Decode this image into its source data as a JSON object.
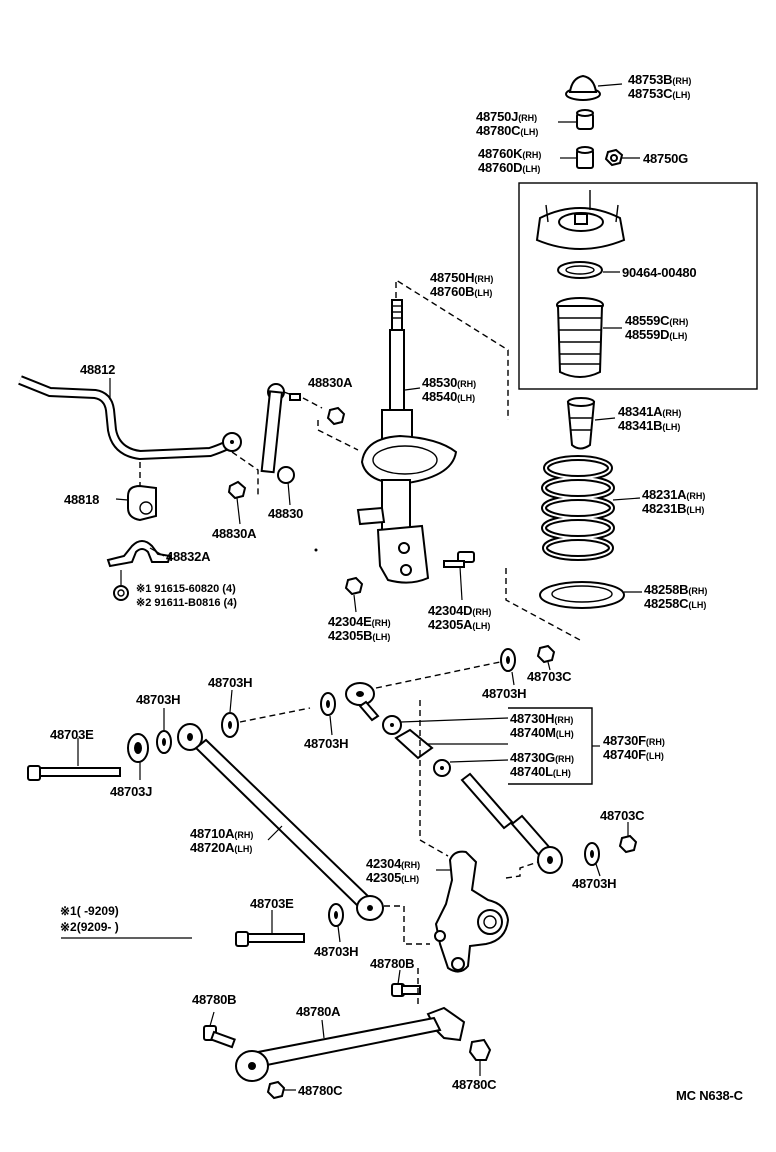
{
  "diagram": {
    "footer_code": "MC N638-C",
    "legend": {
      "l1_mark": "※1",
      "l1_range": "(      -9209)",
      "l2_mark": "※2",
      "l2_range": "(9209-      )"
    },
    "callouts": {
      "c48753b": "48753B",
      "c48753b_s": "(RH)",
      "c48753c": "48753C",
      "c48753c_s": "(LH)",
      "c48750j": "48750J",
      "c48750j_s": "(RH)",
      "c48780c_top": "48780C",
      "c48780c_top_s": "(LH)",
      "c48760k": "48760K",
      "c48760k_s": "(RH)",
      "c48760d": "48760D",
      "c48760d_s": "(LH)",
      "c48750g": "48750G",
      "c48750h": "48750H",
      "c48750h_s": "(RH)",
      "c48760b": "48760B",
      "c48760b_s": "(LH)",
      "c90464": "90464-00480",
      "c48559c": "48559C",
      "c48559c_s": "(RH)",
      "c48559d": "48559D",
      "c48559d_s": "(LH)",
      "c48812": "48812",
      "c48830a_top": "48830A",
      "c48530": "48530",
      "c48530_s": "(RH)",
      "c48540": "48540",
      "c48540_s": "(LH)",
      "c48341a": "48341A",
      "c48341a_s": "(RH)",
      "c48341b": "48341B",
      "c48341b_s": "(LH)",
      "c48818": "48818",
      "c48830": "48830",
      "c48830a_bot": "48830A",
      "c48231a": "48231A",
      "c48231a_s": "(RH)",
      "c48231b": "48231B",
      "c48231b_s": "(LH)",
      "c48832a": "48832A",
      "c_bolt1": "※1 91615-60820 (4)",
      "c_bolt2": "※2 91611-B0816 (4)",
      "c42304e": "42304E",
      "c42304e_s": "(RH)",
      "c42305b": "42305B",
      "c42305b_s": "(LH)",
      "c42304d": "42304D",
      "c42304d_s": "(RH)",
      "c42305a": "42305A",
      "c42305a_s": "(LH)",
      "c48258b": "48258B",
      "c48258b_s": "(RH)",
      "c48258c": "48258C",
      "c48258c_s": "(LH)",
      "c48703c_top": "48703C",
      "c48703h_a": "48703H",
      "c48703h_b": "48703H",
      "c48703h_c": "48703H",
      "c48703h_d": "48703H",
      "c48730h": "48730H",
      "c48730h_s": "(RH)",
      "c48740m": "48740M",
      "c48740m_s": "(LH)",
      "c48730f": "48730F",
      "c48730f_s": "(RH)",
      "c48740f": "48740F",
      "c48740f_s": "(LH)",
      "c48730g": "48730G",
      "c48730g_s": "(RH)",
      "c48740l": "48740L",
      "c48740l_s": "(LH)",
      "c48703e_top": "48703E",
      "c48703j": "48703J",
      "c48710a": "48710A",
      "c48710a_s": "(RH)",
      "c48720a": "48720A",
      "c48720a_s": "(LH)",
      "c48703c_mid": "48703C",
      "c42304": "42304",
      "c42304_s": "(RH)",
      "c42305": "42305",
      "c42305_s": "(LH)",
      "c48703h_e": "48703H",
      "c48703e_bot": "48703E",
      "c48703h_f": "48703H",
      "c48780b_top": "48780B",
      "c48780b_left": "48780B",
      "c48780a": "48780A",
      "c48780c_bl": "48780C",
      "c48780c_br": "48780C"
    }
  }
}
